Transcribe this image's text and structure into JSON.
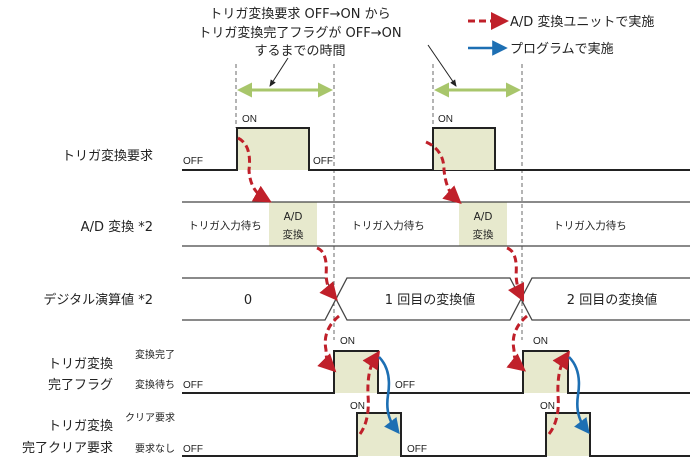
{
  "annotation": {
    "line1": "トリガ変換要求 OFF→ON から",
    "line2": "トリガ変換完了フラグが OFF→ON",
    "line3": "するまでの時間"
  },
  "legend": {
    "red": "A/D 変換ユニットで実施",
    "blue": "プログラムで実施",
    "colors": {
      "red": "#c0202a",
      "blue": "#1d6fb3",
      "span": "#a8c66b",
      "fill": "#e7e9cd"
    }
  },
  "rows": {
    "trigger_request": {
      "label": "トリガ変換要求",
      "off": "OFF",
      "on": "ON"
    },
    "ad_conversion": {
      "label": "A/D 変換 *2",
      "waiting": "トリガ入力待ち",
      "converting_1": "A/D",
      "converting_2": "変換"
    },
    "digital_value": {
      "label": "デジタル演算値 *2",
      "initial": "0",
      "first": "1 回目の変換値",
      "second": "2 回目の変換値"
    },
    "complete_flag": {
      "label_1": "トリガ変換",
      "label_2": "完了フラグ",
      "high_state": "変換完了",
      "low_state": "変換待ち",
      "off": "OFF",
      "on": "ON"
    },
    "clear_request": {
      "label_1": "トリガ変換",
      "label_2": "完了クリア要求",
      "high_state": "クリア要求",
      "low_state": "要求なし",
      "off": "OFF",
      "on": "ON"
    }
  }
}
